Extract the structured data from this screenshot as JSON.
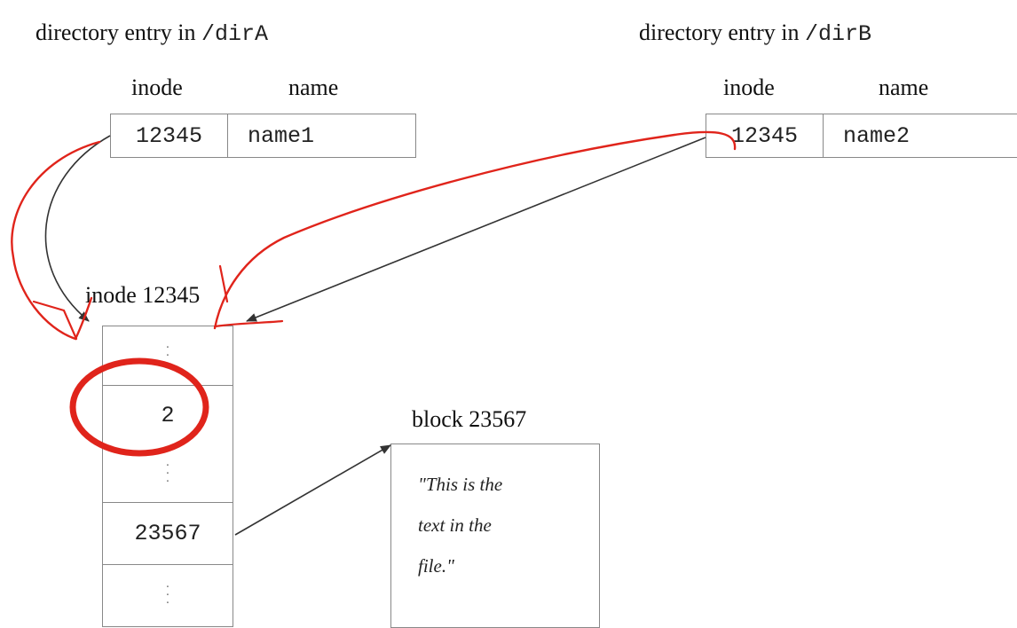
{
  "dir_a": {
    "title_prefix": "directory entry in ",
    "path": "/dirA",
    "col_inode": "inode",
    "col_name": "name",
    "inode": "12345",
    "name": "name1"
  },
  "dir_b": {
    "title_prefix": "directory entry in ",
    "path": "/dirB",
    "col_inode": "inode",
    "col_name": "name",
    "inode": "12345",
    "name": "name2"
  },
  "inode": {
    "title": "inode 12345",
    "link_count": "2",
    "block_pointer": "23567"
  },
  "block": {
    "title": "block 23567",
    "lines": [
      "\"This is the",
      "text in the",
      "file.\""
    ]
  },
  "colors": {
    "box_border": "#888888",
    "arrow": "#333333",
    "annotation": "#e0241b"
  }
}
